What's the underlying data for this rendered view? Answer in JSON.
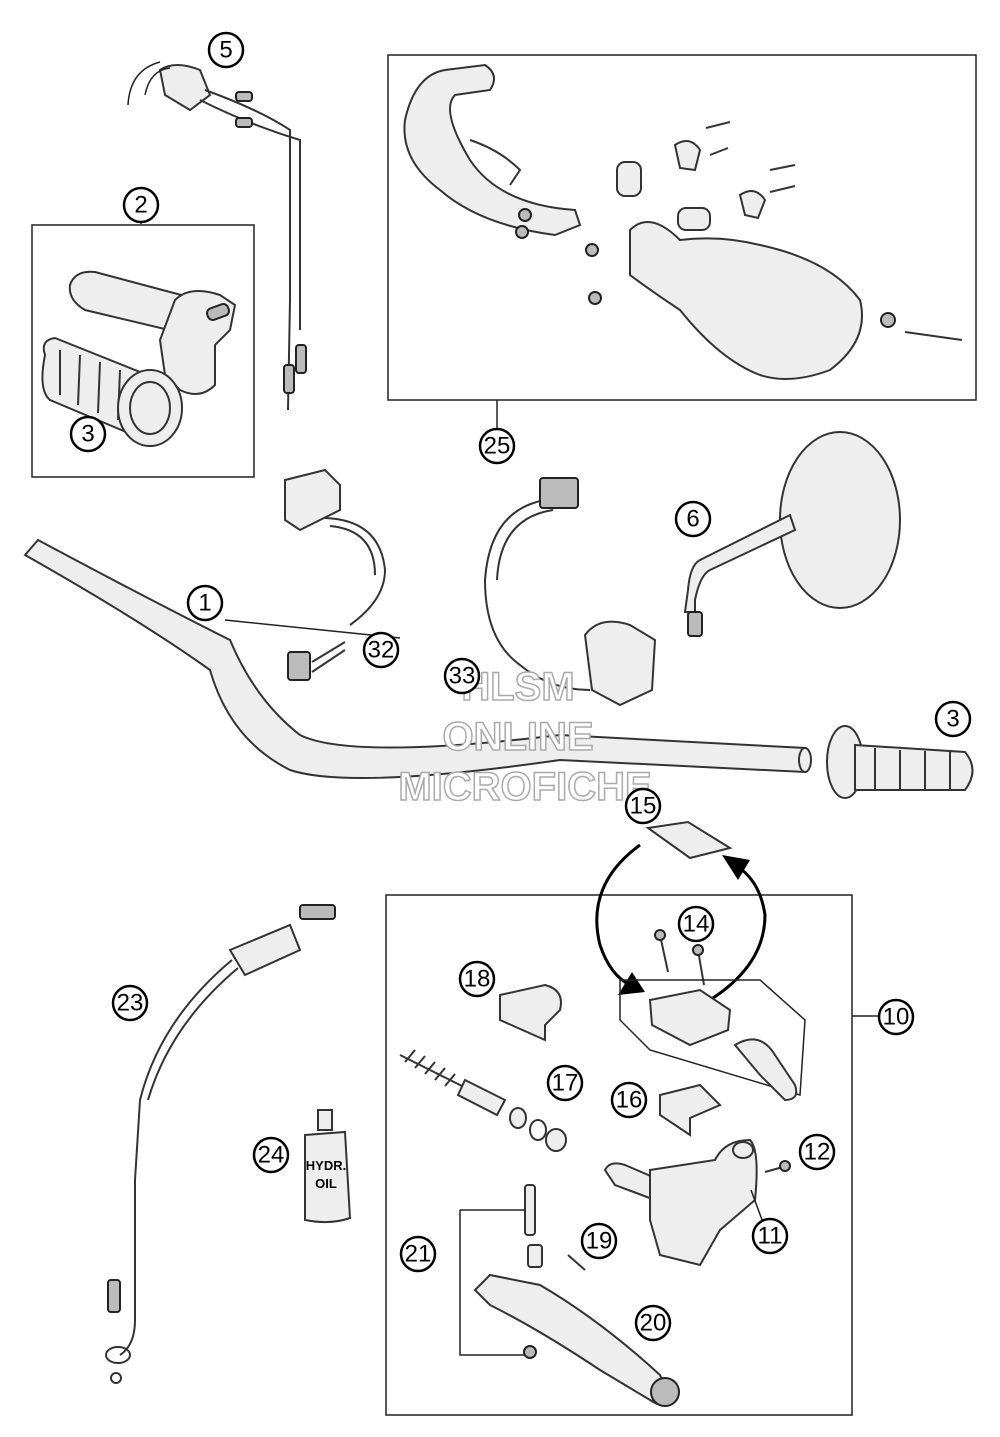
{
  "callouts": {
    "c1": "1",
    "c2": "2",
    "c3a": "3",
    "c3b": "3",
    "c5": "5",
    "c6": "6",
    "c10": "10",
    "c11": "11",
    "c12": "12",
    "c14": "14",
    "c15": "15",
    "c16": "16",
    "c17": "17",
    "c18": "18",
    "c19": "19",
    "c20": "20",
    "c21": "21",
    "c23": "23",
    "c24": "24",
    "c25": "25",
    "c32": "32",
    "c33": "33"
  },
  "oil_bottle": {
    "line1": "HYDR.",
    "line2": "OIL"
  },
  "watermark": {
    "line1": "HLSM",
    "line2": "ONLINE",
    "line3": "MICROFICHE"
  }
}
